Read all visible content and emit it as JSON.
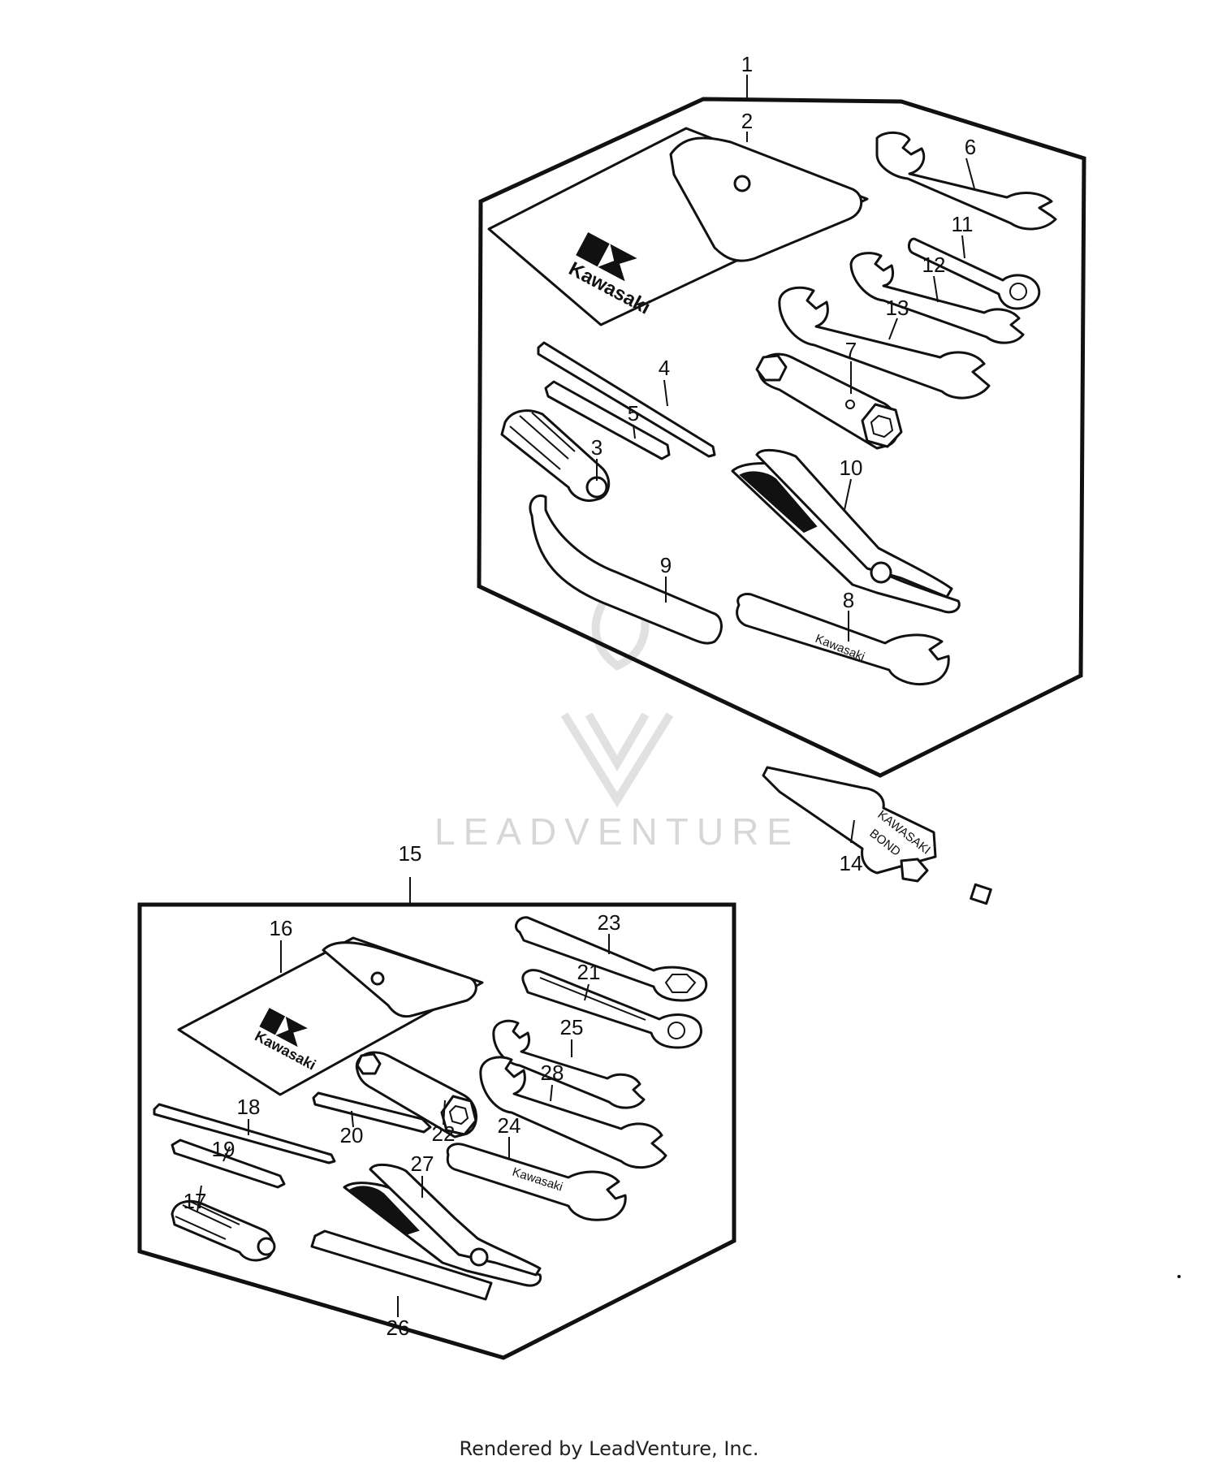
{
  "watermark": {
    "text": "LEADVENTURE"
  },
  "logos": {
    "brand": "Kawasaki"
  },
  "product_labels": {
    "tube_line1": "KAWASAKI",
    "tube_line2": "BOND"
  },
  "callouts": [
    "1",
    "2",
    "3",
    "4",
    "5",
    "6",
    "7",
    "8",
    "9",
    "10",
    "11",
    "12",
    "13",
    "14",
    "15",
    "16",
    "17",
    "18",
    "19",
    "20",
    "21",
    "22",
    "23",
    "24",
    "25",
    "26",
    "27",
    "28"
  ],
  "footer": {
    "text": "Rendered by LeadVenture, Inc."
  }
}
